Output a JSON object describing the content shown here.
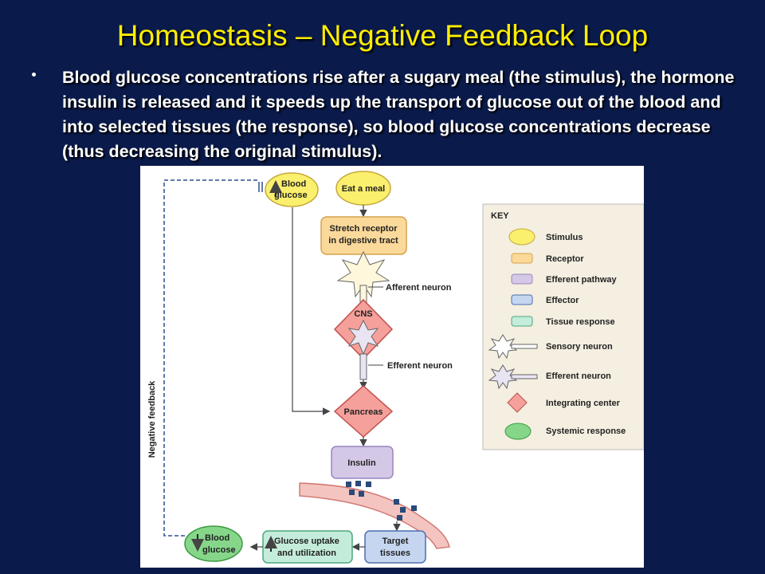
{
  "slide": {
    "title": "Homeostasis – Negative Feedback Loop",
    "bullet": "Blood glucose concentrations rise after a sugary meal (the stimulus), the hormone insulin is released and it speeds up the transport of glucose out of the blood and into selected tissues (the response), so blood glucose concentrations decrease (thus decreasing the original stimulus)."
  },
  "diagram": {
    "blood_glucose_top_1": "Blood",
    "blood_glucose_top_2": "glucose",
    "eat_meal": "Eat a meal",
    "stretch_receptor_1": "Stretch receptor",
    "stretch_receptor_2": "in digestive tract",
    "afferent_neuron": "Afferent neuron",
    "cns": "CNS",
    "efferent_neuron": "Efferent neuron",
    "pancreas": "Pancreas",
    "insulin": "Insulin",
    "target_tissues_1": "Target",
    "target_tissues_2": "tissues",
    "glucose_uptake_1": "Glucose uptake",
    "glucose_uptake_2": "and utilization",
    "blood_glucose_bottom_1": "Blood",
    "blood_glucose_bottom_2": "glucose",
    "negative_feedback": "Negative feedback"
  },
  "key": {
    "title": "KEY",
    "stimulus": "Stimulus",
    "receptor": "Receptor",
    "efferent_pathway": "Efferent pathway",
    "effector": "Effector",
    "tissue_response": "Tissue response",
    "sensory_neuron": "Sensory neuron",
    "efferent_neuron": "Efferent neuron",
    "integrating_center": "Integrating center",
    "systemic_response": "Systemic response"
  },
  "colors": {
    "background": "#0a1a4a",
    "title": "#ffee00",
    "stimulus": "#fbef6e",
    "receptor": "#fbd99a",
    "efferent_pathway": "#d4c8e6",
    "effector": "#c6d6f0",
    "tissue_response": "#c4ecda",
    "integrating_center": "#f5a09a",
    "systemic_response": "#86d68a"
  }
}
